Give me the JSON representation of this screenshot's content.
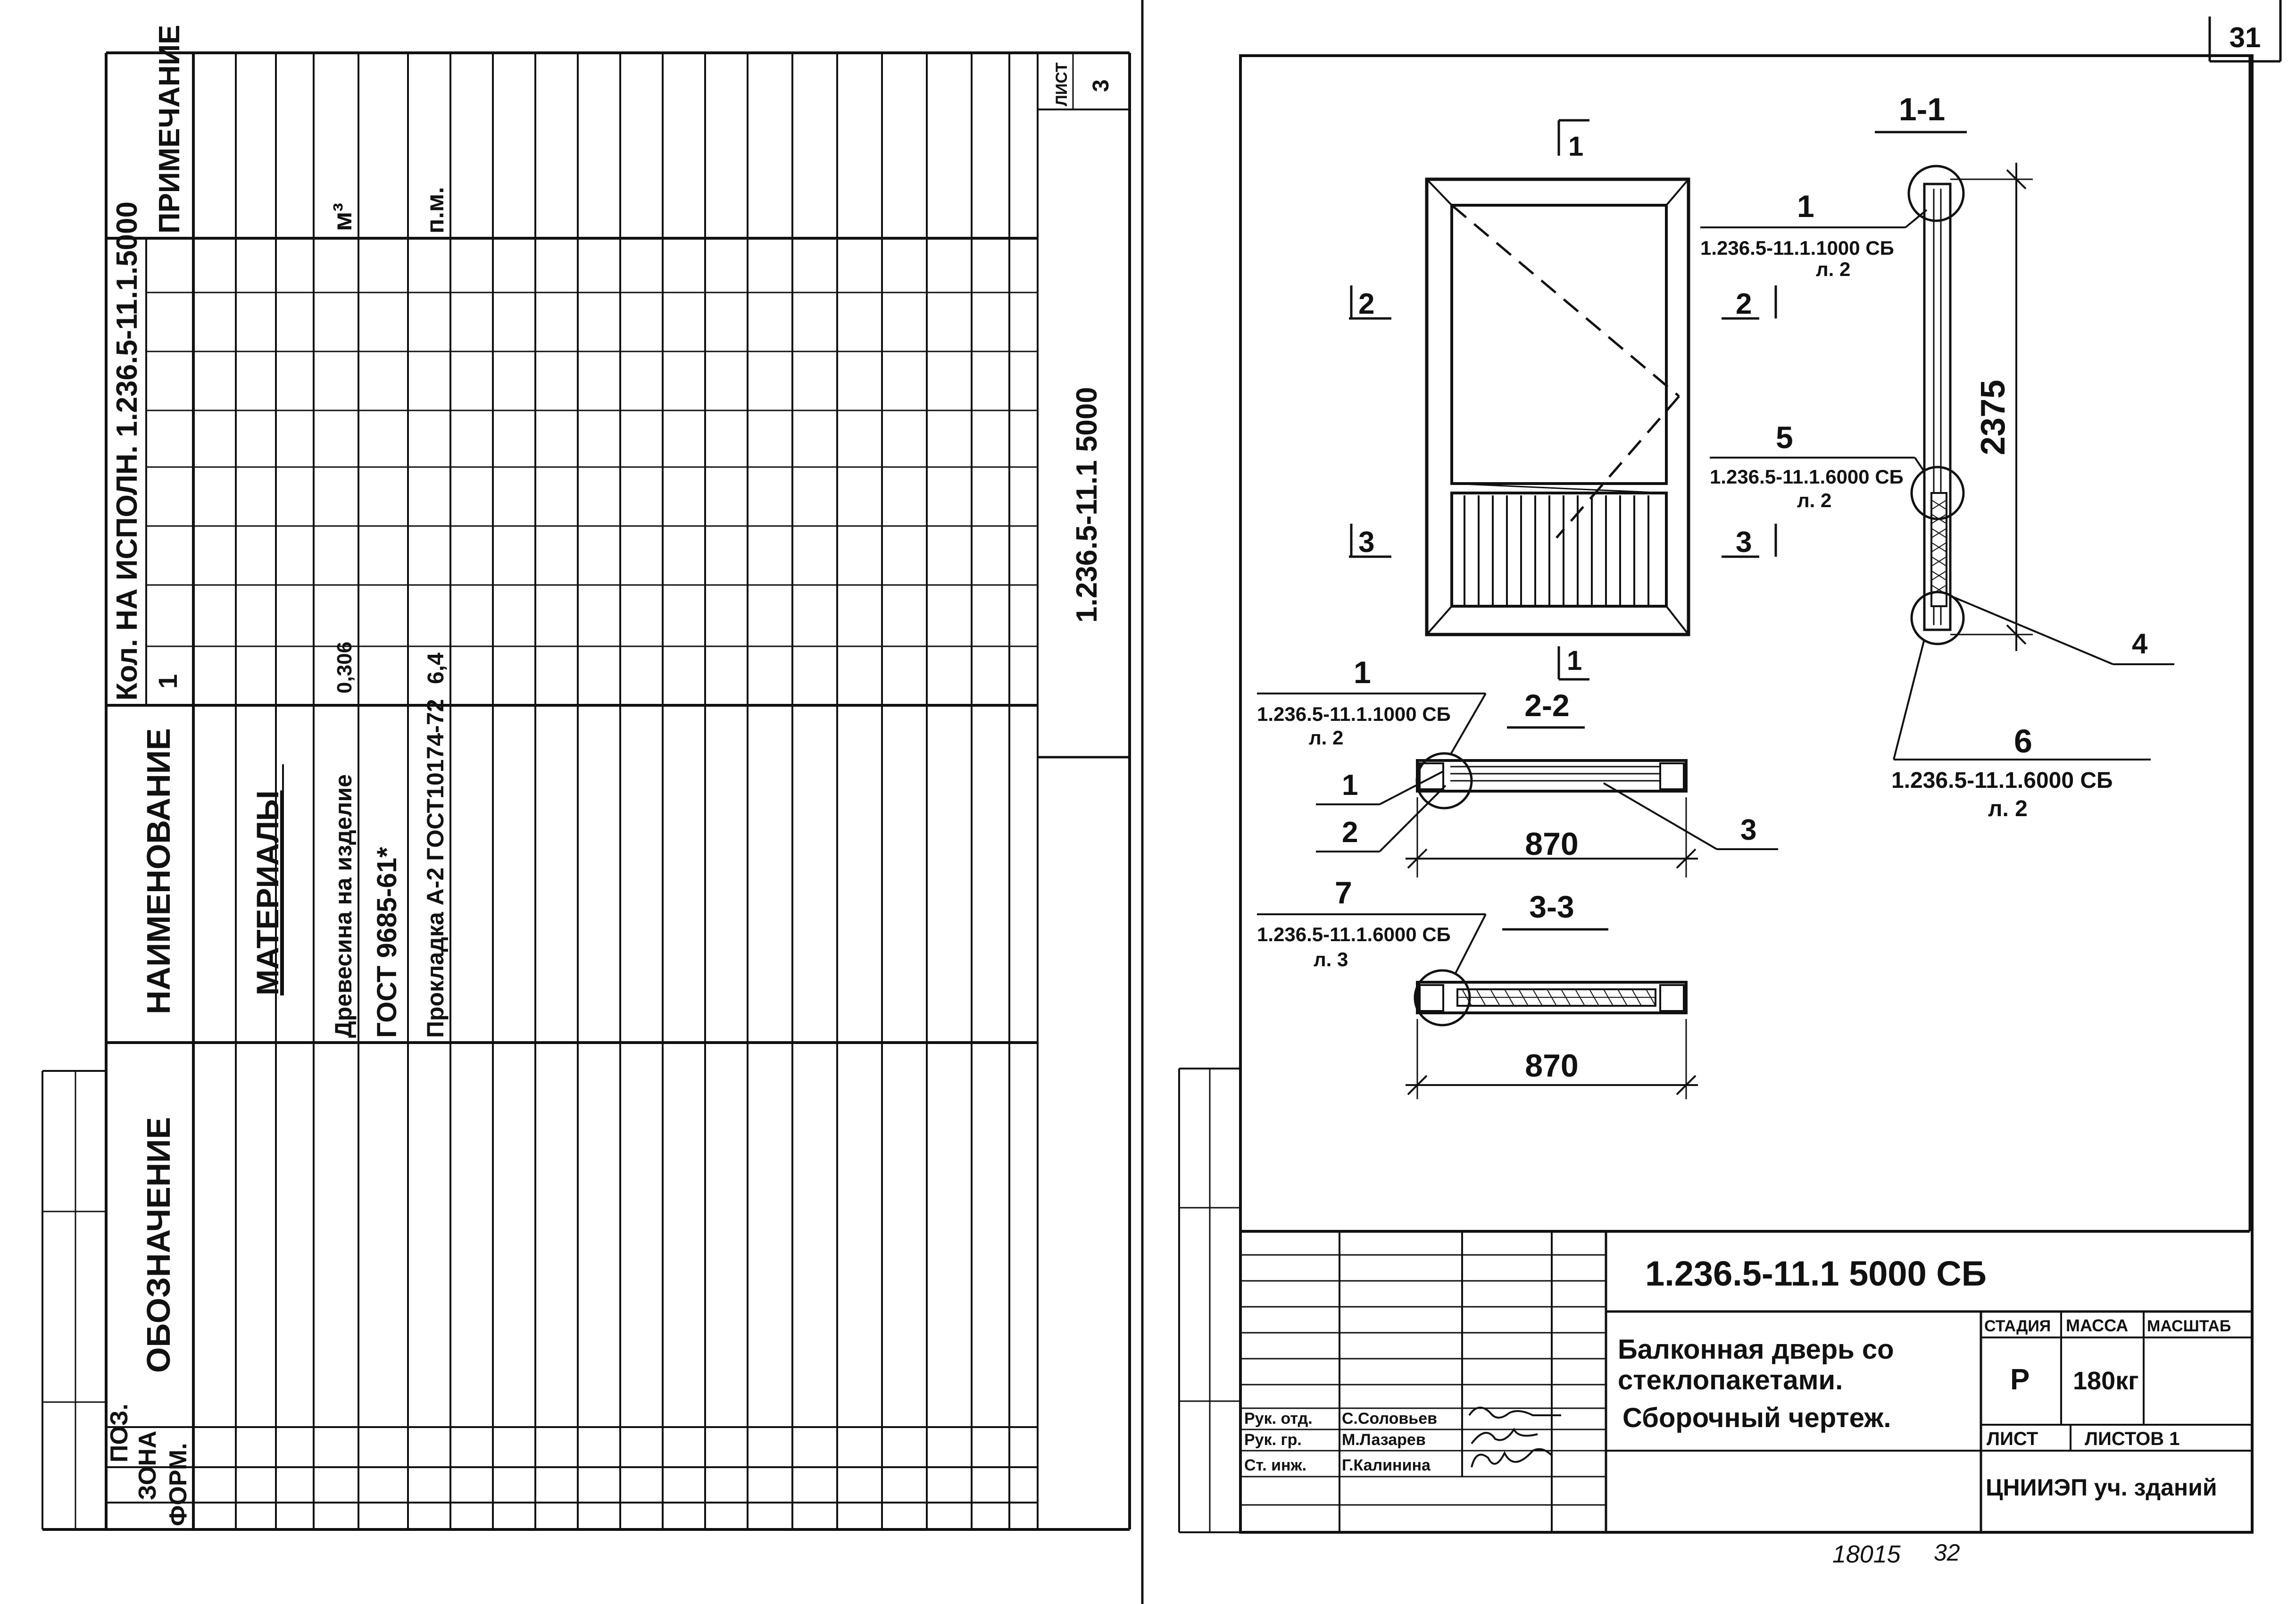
{
  "left_sheet": {
    "headers": {
      "forma": "ФОРМ.",
      "zona": "ЗОНА",
      "poz": "ПОЗ.",
      "oboznachenie": "ОБОЗНАЧЕНИЕ",
      "naimenovanie": "НАИМЕНОВАНИЕ",
      "kol": "Кол. НА ИСПОЛН. 1.236.5-11.1.5000",
      "primechanie": "ПРИМЕЧАНИЕ"
    },
    "kol_value": "1",
    "section_title": "МАТЕРИАЛЫ",
    "rows": [
      {
        "name": "Древесина на изделие",
        "qty": "0,306",
        "note": "м³"
      },
      {
        "name": "ГОСТ 9685-61*",
        "qty": "",
        "note": ""
      },
      {
        "name": "Прокладка А-2 ГОСТ10174-72",
        "qty": "6,4",
        "note": "п.м."
      }
    ],
    "stamp": {
      "code": "1.236.5-11.1 5000",
      "list_label": "ЛИСТ",
      "list_value": "3"
    }
  },
  "right_sheet": {
    "page_number": "31",
    "sections": {
      "s11": "1-1",
      "s22": "2-2",
      "s33": "3-3",
      "cut1": "1",
      "cut2": "2",
      "cut3": "3"
    },
    "dims": {
      "height": "2375",
      "width22": "870",
      "width33": "870"
    },
    "callouts": {
      "c1_num": "1",
      "c1_ref": "1.236.5-11.1.1000 СБ",
      "c1_sheet": "л. 2",
      "c5_num": "5",
      "c5_ref": "1.236.5-11.1.6000 СБ",
      "c5_sheet": "л. 2",
      "c4_num": "4",
      "c6_num": "6",
      "c6_ref": "1.236.5-11.1.6000 СБ",
      "c6_sheet": "л. 2",
      "c1b_num": "1",
      "c1b_ref": "1.236.5-11.1.1000 СБ",
      "c1b_sheet": "л. 2",
      "p1": "1",
      "p2": "2",
      "p3": "3",
      "c7_num": "7",
      "c7_ref": "1.236.5-11.1.6000 СБ",
      "c7_sheet": "л. 3"
    },
    "title_block": {
      "code": "1.236.5-11.1 5000 СБ",
      "title_line1": "Балконная дверь со",
      "title_line2": "стеклопакетами.",
      "title_line3": "Сборочный чертеж.",
      "stadia_label": "СТАДИЯ",
      "massa_label": "МАССА",
      "masshtab_label": "МАСШТАБ",
      "stadia_value": "Р",
      "massa_value": "180кг",
      "list_label": "ЛИСТ",
      "listov_label": "ЛИСТОВ 1",
      "org": "ЦНИИЭП уч. зданий",
      "staff": [
        {
          "role": "Рук. отд.",
          "name": "С.Соловьев"
        },
        {
          "role": "Рук. гр.",
          "name": "М.Лазарев"
        },
        {
          "role": "Ст. инж.",
          "name": "Г.Калинина"
        }
      ]
    },
    "footer": {
      "num1": "18015",
      "num2": "32"
    }
  }
}
